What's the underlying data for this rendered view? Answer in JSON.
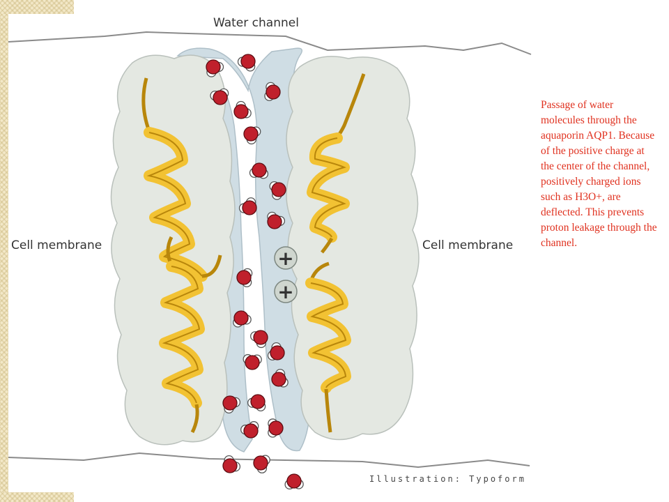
{
  "title": "Water channel",
  "label_left": "Cell membrane",
  "label_right": "Cell membrane",
  "credit": "Illustration: Typoform",
  "caption": "Passage of water molecules through the aquaporin AQP1. Because of the positive charge at the center of the channel, positively charged ions such as H3O+, are deflected. This prevents proton leakage through the channel.",
  "charge_symbol": "+",
  "colors": {
    "protein": "#e4e8e2",
    "channel": "#cfdde4",
    "helix": "#f2c233",
    "helix_dark": "#b8860b",
    "oxygen": "#c0202c",
    "caption_text": "#e0311f"
  }
}
